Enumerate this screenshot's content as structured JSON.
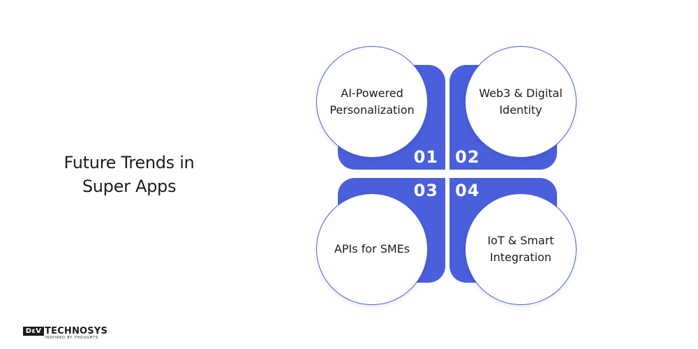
{
  "title": "Future Trends in\nSuper Apps",
  "accent_color": "#4a5fdc",
  "trends": [
    {
      "number": "01",
      "label": "AI-Powered\nPersonalization"
    },
    {
      "number": "02",
      "label": "Web3 & Digital\nIdentity"
    },
    {
      "number": "03",
      "label": "APIs for SMEs"
    },
    {
      "number": "04",
      "label": "IoT & Smart\nIntegration"
    }
  ],
  "logo": {
    "mark": "DεV",
    "word": "TECHNOSYS",
    "tagline": "INSPIRED BY THOUGHTS"
  }
}
